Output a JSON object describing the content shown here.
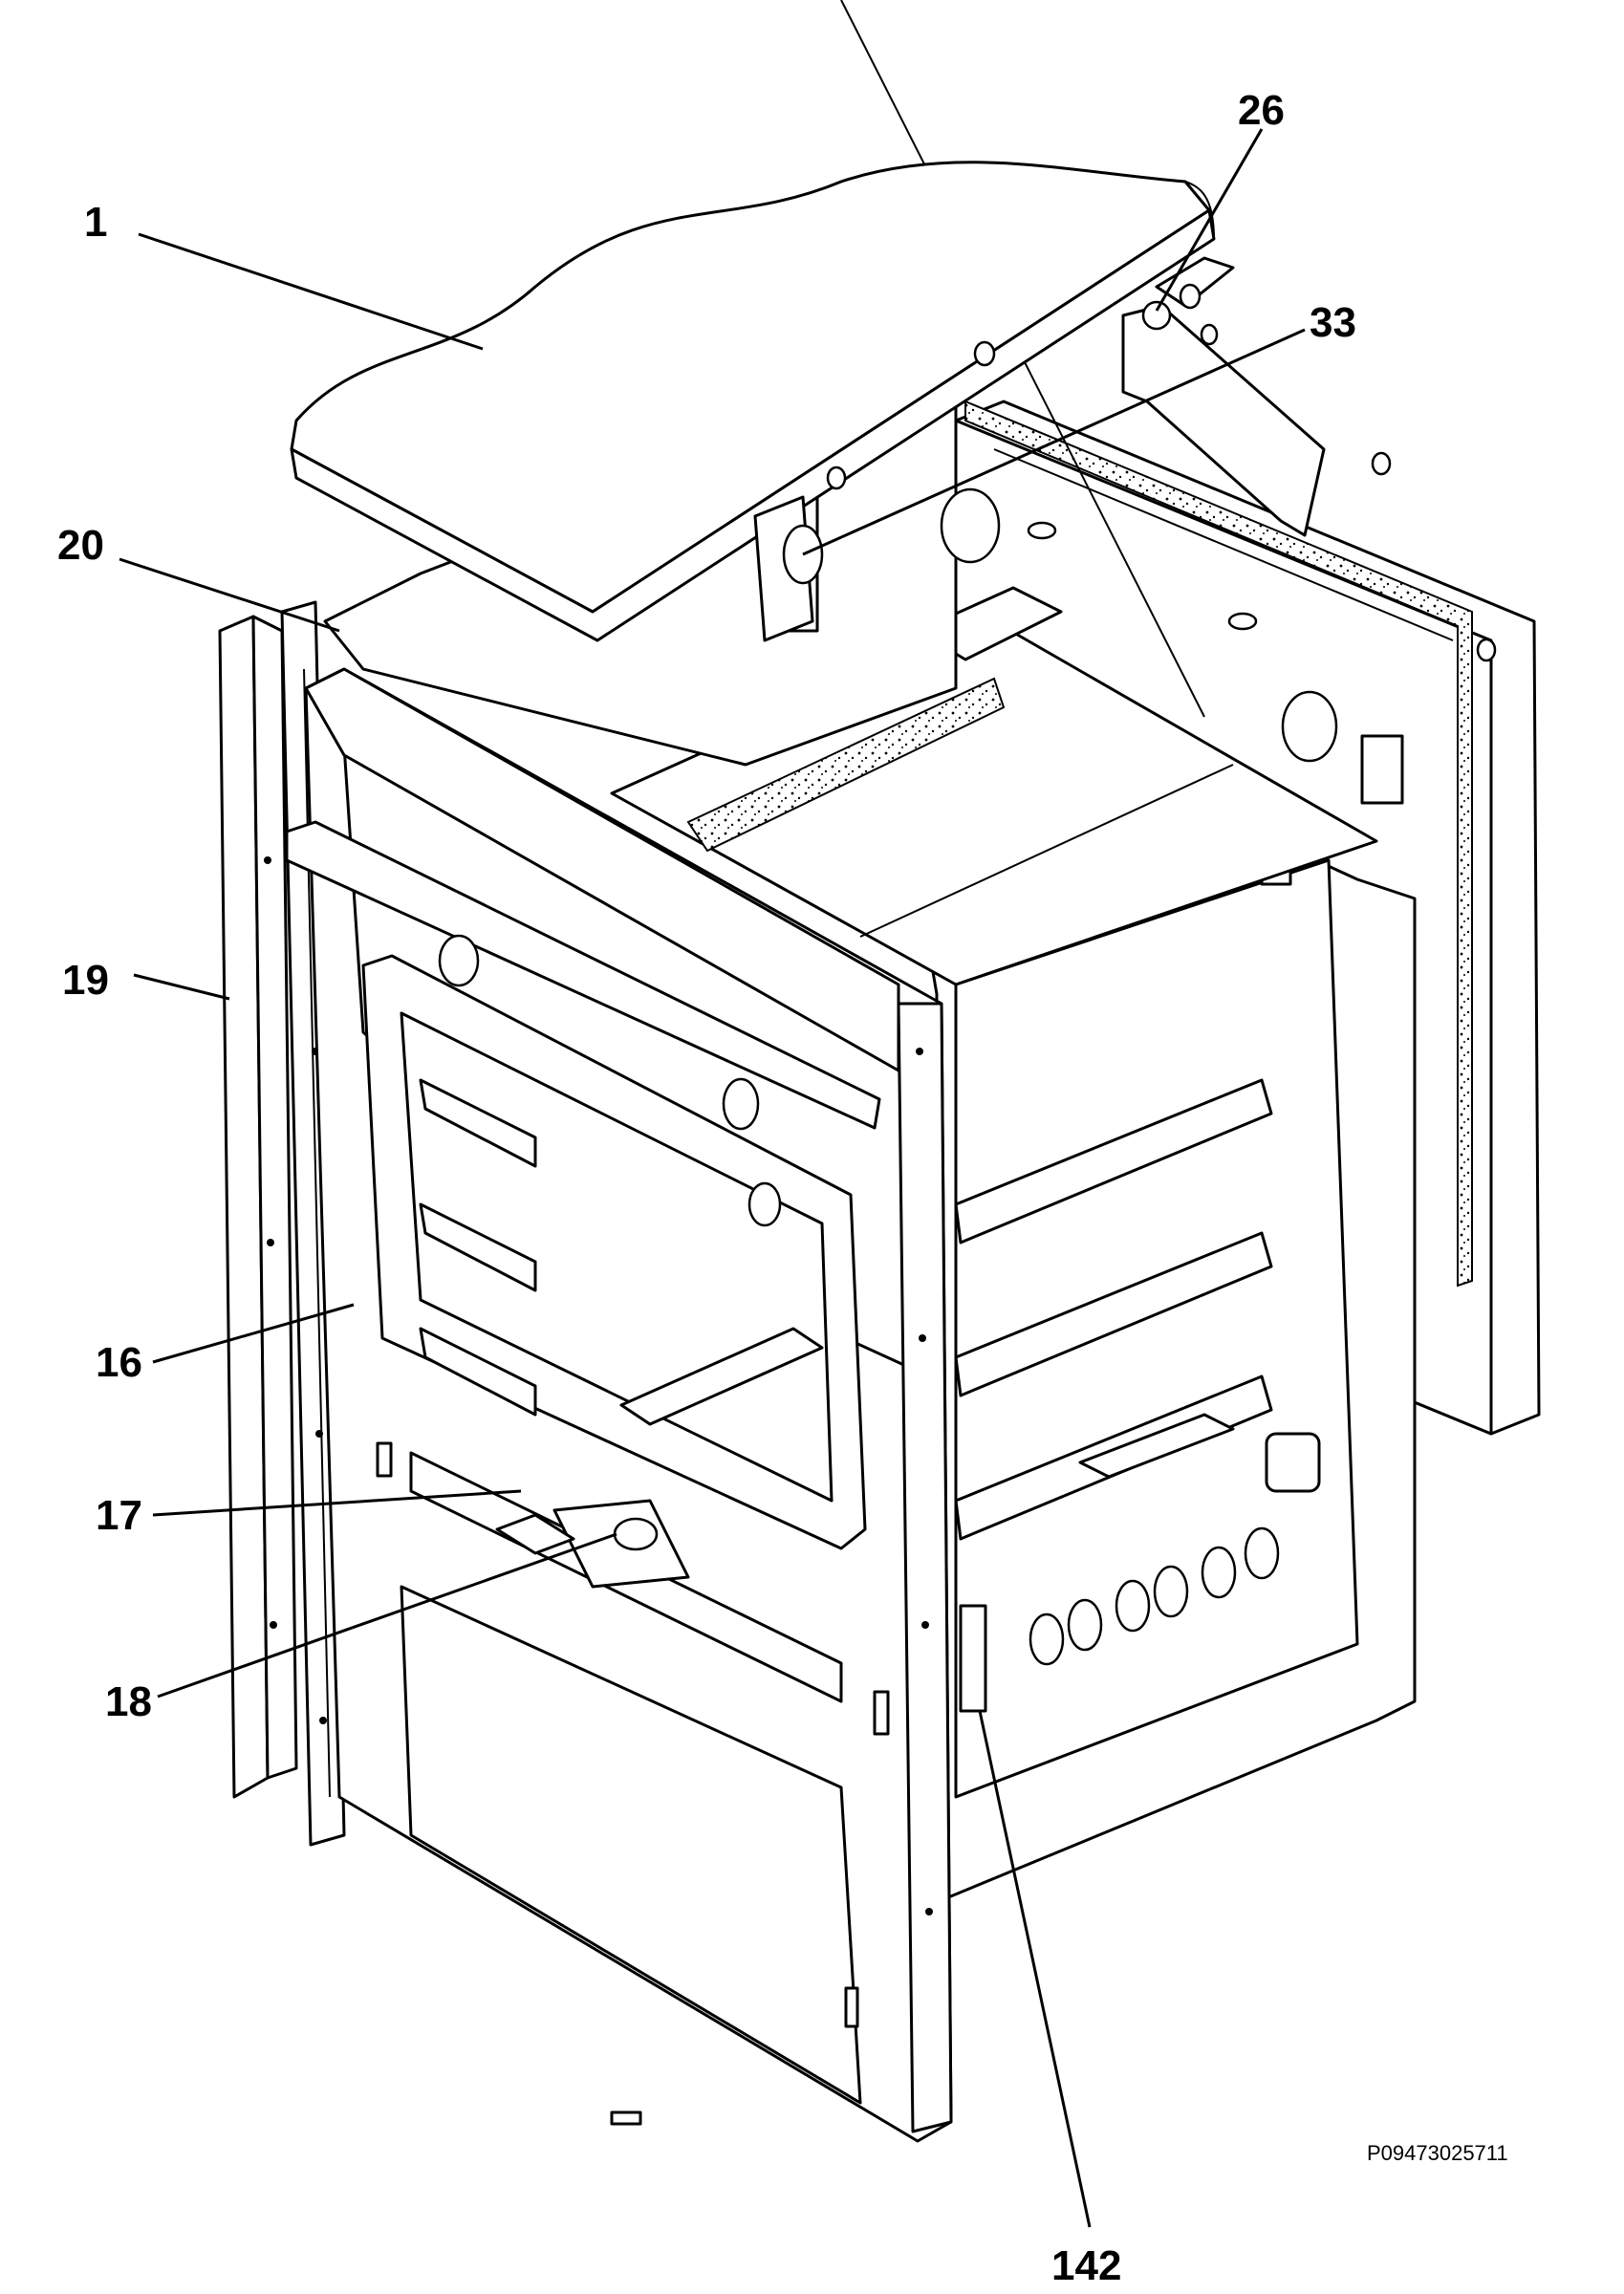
{
  "diagram": {
    "callouts": [
      {
        "id": "c1",
        "label": "1"
      },
      {
        "id": "c26",
        "label": "26"
      },
      {
        "id": "c33",
        "label": "33"
      },
      {
        "id": "c20",
        "label": "20"
      },
      {
        "id": "c19",
        "label": "19"
      },
      {
        "id": "c16",
        "label": "16"
      },
      {
        "id": "c17",
        "label": "17"
      },
      {
        "id": "c18",
        "label": "18"
      },
      {
        "id": "c142",
        "label": "142"
      }
    ],
    "reference_code": "P09473025711"
  }
}
